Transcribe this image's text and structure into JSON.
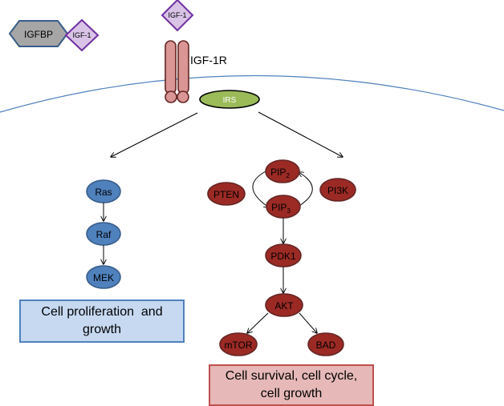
{
  "ligands": {
    "igfbp": "IGFBP",
    "igf1_bound": "IGF-1",
    "igf1_free": "IGF-1"
  },
  "receptor": {
    "label": "IGF-1R"
  },
  "adapter": {
    "irs": "IRS"
  },
  "mapk_pathway": {
    "ras": "Ras",
    "raf": "Raf",
    "mek": "MEK"
  },
  "pi3k_pathway": {
    "pip2_base": "PIP",
    "pip2_sub": "2",
    "pip3_base": "PIP",
    "pip3_sub": "3",
    "pten": "PTEN",
    "pi3k": "PI3K",
    "pdk1": "PDK1",
    "akt": "AKT",
    "mtor": "mTOR",
    "bad": "BAD"
  },
  "outcomes": {
    "left_line1": "Cell proliferation  and",
    "left_line2": "growth",
    "right_line1": "Cell survival, cell cycle,",
    "right_line2": "cell growth"
  },
  "colors": {
    "membrane": "#4f81bd",
    "blue_node": "#4f81bd",
    "blue_node_stroke": "#385d8a",
    "red_node": "#9b2a25",
    "red_node_stroke": "#632523",
    "irs_fill": "#9bbb59",
    "receptor_fill": "#d99694",
    "igf1_fill": "#d9c3e6",
    "igf1_stroke": "#7030a0",
    "igfbp_fill": "#a6a6a6",
    "igfbp_stroke": "#385d8a"
  }
}
